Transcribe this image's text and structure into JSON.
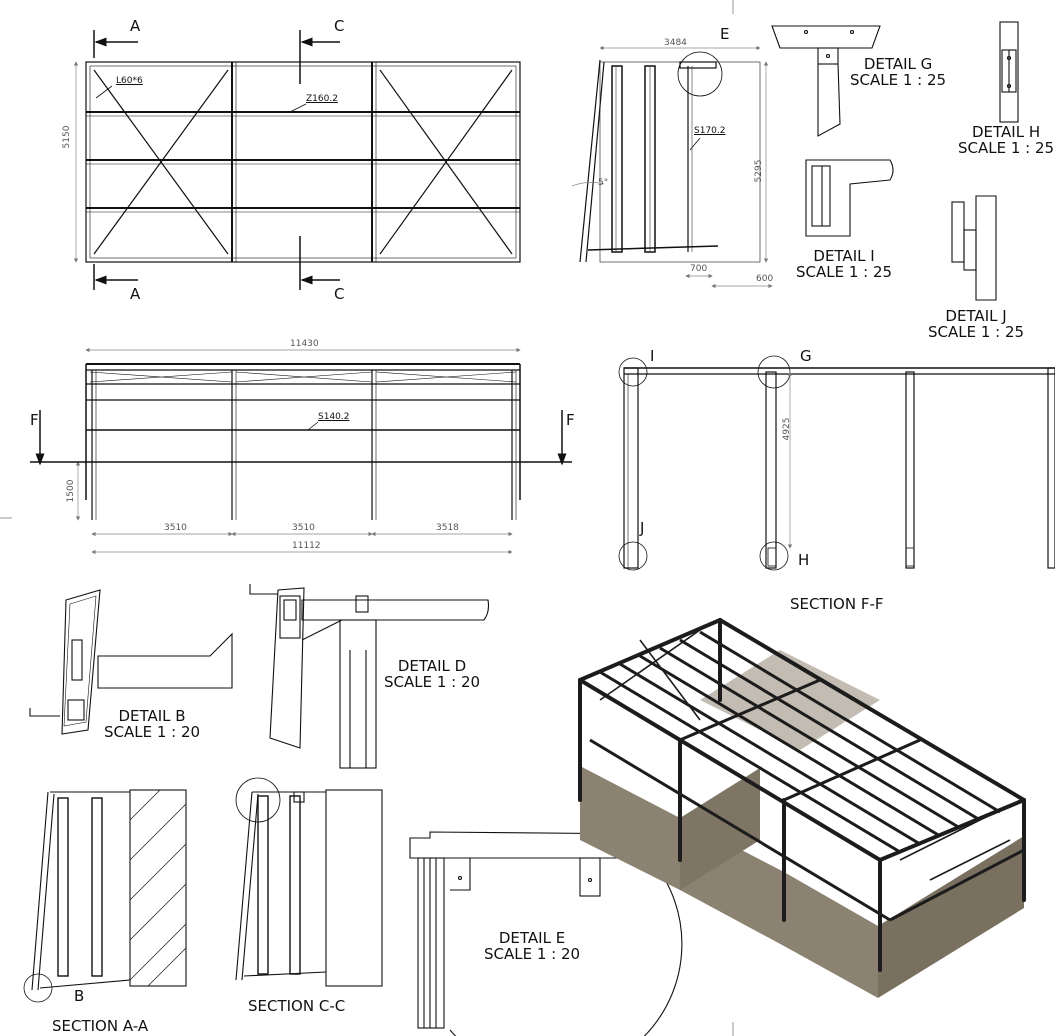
{
  "views": {
    "plan": {
      "section_letters": {
        "a_top": "A",
        "a_bottom": "A",
        "c_top": "C",
        "c_bottom": "C"
      },
      "tags": {
        "angle": "L60*6",
        "purlin": "Z160.2"
      },
      "dims": {
        "depth": "5150"
      }
    },
    "side": {
      "marker": "E",
      "tags": {
        "rafter": "S170.2"
      },
      "dims": {
        "width": "3484",
        "height": "5295",
        "angle": "5°",
        "offset1": "700",
        "offset2": "600"
      }
    },
    "front": {
      "tags": {
        "rail": "S140.2"
      },
      "dims": {
        "overall": "11430",
        "bay1": "3510",
        "bay2": "3510",
        "bay3": "3518",
        "inner": "11112",
        "clearance": "1500"
      },
      "cut": {
        "left": "F",
        "right": "F"
      }
    },
    "section_ff": {
      "title": "SECTION F-F",
      "markers": {
        "i": "I",
        "g": "G",
        "j": "J",
        "h": "H"
      },
      "dims": {
        "height": "4925"
      }
    },
    "section_aa": {
      "title": "SECTION A-A",
      "marker": "B"
    },
    "section_cc": {
      "title": "SECTION C-C"
    }
  },
  "details": {
    "g": {
      "name": "DETAIL G",
      "scale": "SCALE 1 : 25"
    },
    "h": {
      "name": "DETAIL H",
      "scale": "SCALE 1 : 25"
    },
    "i": {
      "name": "DETAIL I",
      "scale": "SCALE 1 : 25"
    },
    "j": {
      "name": "DETAIL J",
      "scale": "SCALE 1 : 25"
    },
    "b": {
      "name": "DETAIL B",
      "scale": "SCALE 1 : 20"
    },
    "d": {
      "name": "DETAIL D",
      "scale": "SCALE 1 : 20"
    },
    "e": {
      "name": "DETAIL E",
      "scale": "SCALE 1 : 20"
    }
  },
  "colors": {
    "line": "#111111",
    "dim": "#888888",
    "panel": "#8c8272",
    "frame": "#1c1c1c"
  }
}
